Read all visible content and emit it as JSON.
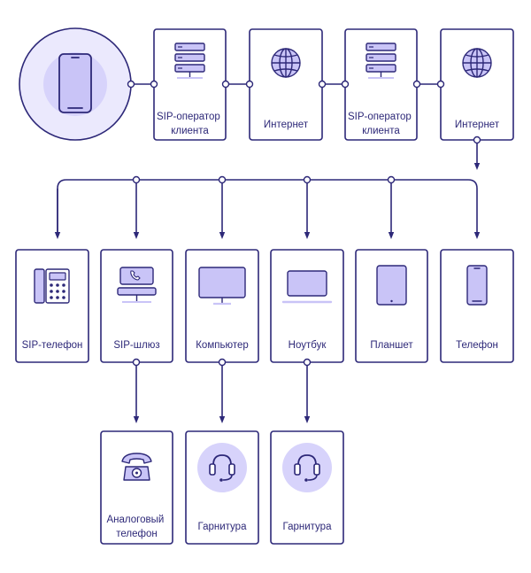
{
  "colors": {
    "stroke": "#2d2878",
    "fill_light": "#d7d3fb",
    "fill_lighter": "#ebe9fd",
    "text": "#2d2878"
  },
  "top_row": {
    "source_device": {
      "icon": "smartphone-icon"
    },
    "nodes": [
      {
        "label_lines": [
          "SIP-оператор",
          "клиента"
        ],
        "icon": "server-icon"
      },
      {
        "label_lines": [
          "Интернет"
        ],
        "icon": "globe-icon"
      },
      {
        "label_lines": [
          "SIP-оператор",
          "клиента"
        ],
        "icon": "server-icon"
      },
      {
        "label_lines": [
          "Интернет"
        ],
        "icon": "globe-icon"
      }
    ]
  },
  "devices": [
    {
      "label_lines": [
        "SIP-телефон"
      ],
      "icon": "desk-phone-icon"
    },
    {
      "label_lines": [
        "SIP-шлюз"
      ],
      "icon": "sip-gateway-icon"
    },
    {
      "label_lines": [
        "Компьютер"
      ],
      "icon": "monitor-icon"
    },
    {
      "label_lines": [
        "Ноутбук"
      ],
      "icon": "laptop-icon"
    },
    {
      "label_lines": [
        "Планшет"
      ],
      "icon": "tablet-icon"
    },
    {
      "label_lines": [
        "Телефон"
      ],
      "icon": "mobile-phone-icon"
    }
  ],
  "peripherals": [
    {
      "label_lines": [
        "Аналоговый",
        "телефон"
      ],
      "icon": "analog-phone-icon"
    },
    {
      "label_lines": [
        "Гарнитура"
      ],
      "icon": "headset-icon"
    },
    {
      "label_lines": [
        "Гарнитура"
      ],
      "icon": "headset-icon"
    }
  ]
}
